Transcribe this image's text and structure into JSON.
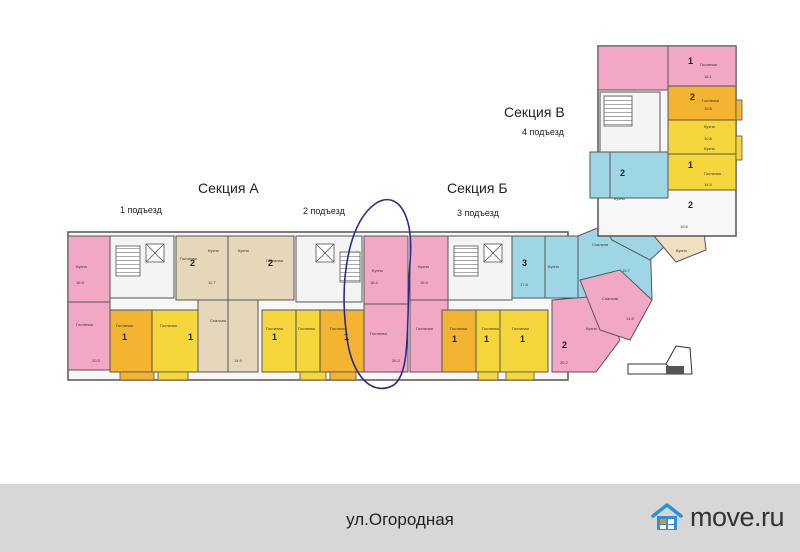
{
  "plan": {
    "sections": [
      {
        "title": "Секция А",
        "entrances": [
          "1 подъезд",
          "2 подъезд"
        ]
      },
      {
        "title": "Секция Б",
        "entrances": [
          "3 подъезд"
        ]
      },
      {
        "title": "Секция В",
        "entrances": [
          "4 подъезд"
        ]
      }
    ],
    "room_labels": {
      "kitchen": "Кухня",
      "living": "Гостиная",
      "bedroom": "Спальня"
    },
    "apartment_numbers": [
      "2",
      "2",
      "1",
      "1",
      "1",
      "1",
      "3",
      "1",
      "1",
      "1",
      "2",
      "2",
      "1",
      "1",
      "2",
      "2"
    ],
    "areas": [
      "16.9",
      "20.5",
      "11.7",
      "14.9",
      "16.4",
      "15.5",
      "20.2",
      "17.8",
      "15.7",
      "14.8",
      "20.2",
      "16.1",
      "15.8",
      "10.8",
      "19.6",
      "14.5"
    ],
    "colors": {
      "pink": "#f2a8c4",
      "tan": "#e6d7ba",
      "yellow": "#f5d63c",
      "orange": "#f3b431",
      "blue": "#9fd6e6",
      "beige": "#f2dfbf",
      "wall": "#555555"
    }
  },
  "footer": {
    "street": "ул.Огородная",
    "brand": "move.ru",
    "brand_icon": "house-logo-icon",
    "brand_color": "#2f8fd8"
  }
}
